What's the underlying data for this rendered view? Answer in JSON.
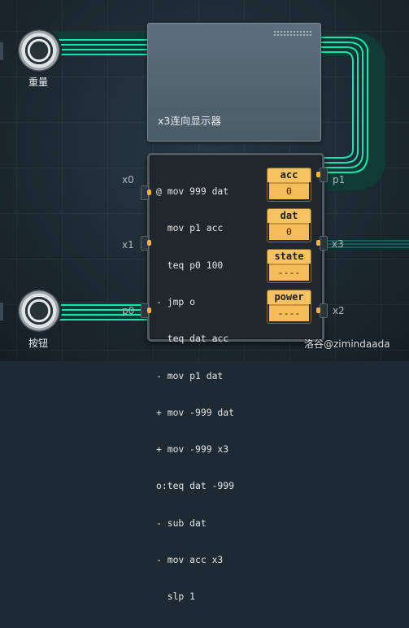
{
  "components": {
    "sensor_top": {
      "label": "重量"
    },
    "sensor_bottom": {
      "label": "按钮"
    },
    "display": {
      "name": "x3连向显示器"
    }
  },
  "controller": {
    "code_lines": [
      "@ mov 999 dat",
      "  mov p1 acc",
      "  teq p0 100",
      "- jmp o",
      "  teq dat acc",
      "- mov p1 dat",
      "+ mov -999 dat",
      "+ mov -999 x3",
      "o:teq dat -999",
      "- sub dat",
      "- mov acc x3",
      "  slp 1"
    ],
    "registers": [
      {
        "name": "acc",
        "value": "0"
      },
      {
        "name": "dat",
        "value": "0"
      },
      {
        "name": "state",
        "value": "----"
      },
      {
        "name": "power",
        "value": "----"
      }
    ],
    "ports": {
      "x0": "x0",
      "x1": "x1",
      "p0": "p0",
      "p1": "p1",
      "x3": "x3",
      "x2": "x2"
    }
  },
  "watermark": "洛谷@zimindaada",
  "colors": {
    "wire": "#19e3ae",
    "register": "#f7c261",
    "background": "#1d2a33"
  }
}
